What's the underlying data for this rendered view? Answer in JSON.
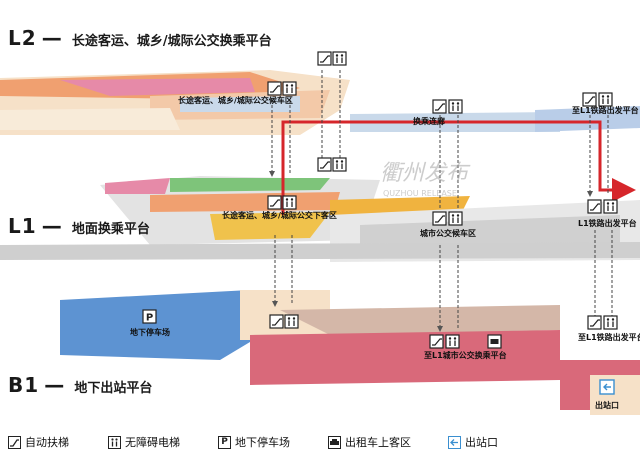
{
  "levels": [
    {
      "code": "L2",
      "dash": "—",
      "desc": "长途客运、城乡/城际公交换乘平台"
    },
    {
      "code": "L1",
      "dash": "—",
      "desc": "地面换乘平台"
    },
    {
      "code": "B1",
      "dash": "—",
      "desc": "地下出站平台"
    }
  ],
  "zones": {
    "l2_long_distance": "长途客运、城乡/城际公交候车区",
    "l2_bridge": "换乘连廊",
    "l2_l1_rail_departure": "至L1铁路出发平台",
    "l1_drop_off": "长途客运、城乡/城际公交下客区",
    "l1_city_bus": "城市公交候车区",
    "l1_rail_departure": "L1铁路出发平台",
    "b1_parking": "地下停车场",
    "b1_to_l1_bus": "至L1城市公交换乘平台",
    "b1_rail_departure": "至L1铁路出发平台",
    "b1_exit": "出站口"
  },
  "watermark": {
    "title": "衢州发布",
    "subtitle": "QUZHOU RELEASE"
  },
  "legend": [
    {
      "icon": "escalator-icon",
      "label": "自动扶梯"
    },
    {
      "icon": "elevator-icon",
      "label": "无障碍电梯"
    },
    {
      "icon": "parking-icon",
      "glyph": "P",
      "label": "地下停车场"
    },
    {
      "icon": "taxi-icon",
      "label": "出租车上客区"
    },
    {
      "icon": "exit-icon",
      "label": "出站口"
    }
  ],
  "colors": {
    "route": "#d6262b",
    "long_distance_zone": "#e68aa8",
    "l2_platform": "#c9d9ea",
    "l1_city_bus_zone": "#f0c24c",
    "b1_parking": "#5d93d2",
    "b1_exit_zone": "#d9697a"
  }
}
